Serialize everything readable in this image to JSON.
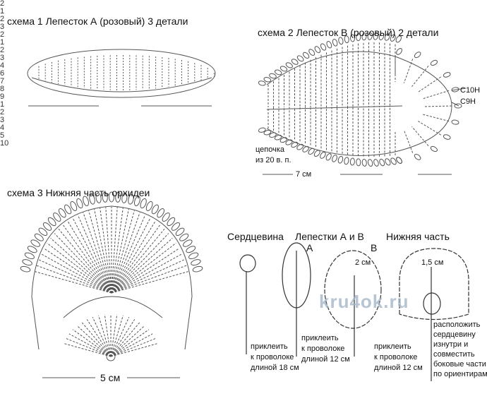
{
  "scheme1": {
    "title": "схема 1   Лепесток А (розовый) 3 детали",
    "rows": [
      "2",
      "1",
      "2"
    ]
  },
  "scheme2": {
    "title": "схема 2  Лепесток В (розовый) 2 детали",
    "rows": [
      "3",
      "2",
      "1",
      "2",
      "3",
      "4"
    ],
    "label_c10h": "С10Н",
    "label_c9h": "С9Н",
    "chain_line1": "цепочка",
    "chain_line2": "из 20 в. п.",
    "width": "7 см"
  },
  "scheme3": {
    "title": "схема 3 Нижняя часть орхидеи",
    "rows": [
      "1",
      "2",
      "3",
      "4",
      "5",
      "10"
    ],
    "inner_rows": [
      "6",
      "7",
      "8",
      "9"
    ],
    "width": "5 см"
  },
  "assembly": {
    "core": {
      "title": "Сердцевина",
      "note": [
        "приклеить",
        "к проволоке",
        "длиной 18 см"
      ]
    },
    "petals": {
      "title": "Лепестки А и В",
      "label_a": "А",
      "label_b": "В",
      "size_b": "2 см",
      "note_a": [
        "приклеить",
        "к проволоке",
        "длиной 12 см"
      ],
      "note_b": [
        "приклеить",
        "к проволоке",
        "длиной 12 см"
      ]
    },
    "bottom": {
      "title": "Нижняя часть",
      "size": "1,5 см",
      "note": [
        "расположить",
        "сердцевину",
        "изнутри и",
        "совместить",
        "боковые части",
        "по ориентирам"
      ]
    }
  },
  "watermark": "kru4ok.ru"
}
